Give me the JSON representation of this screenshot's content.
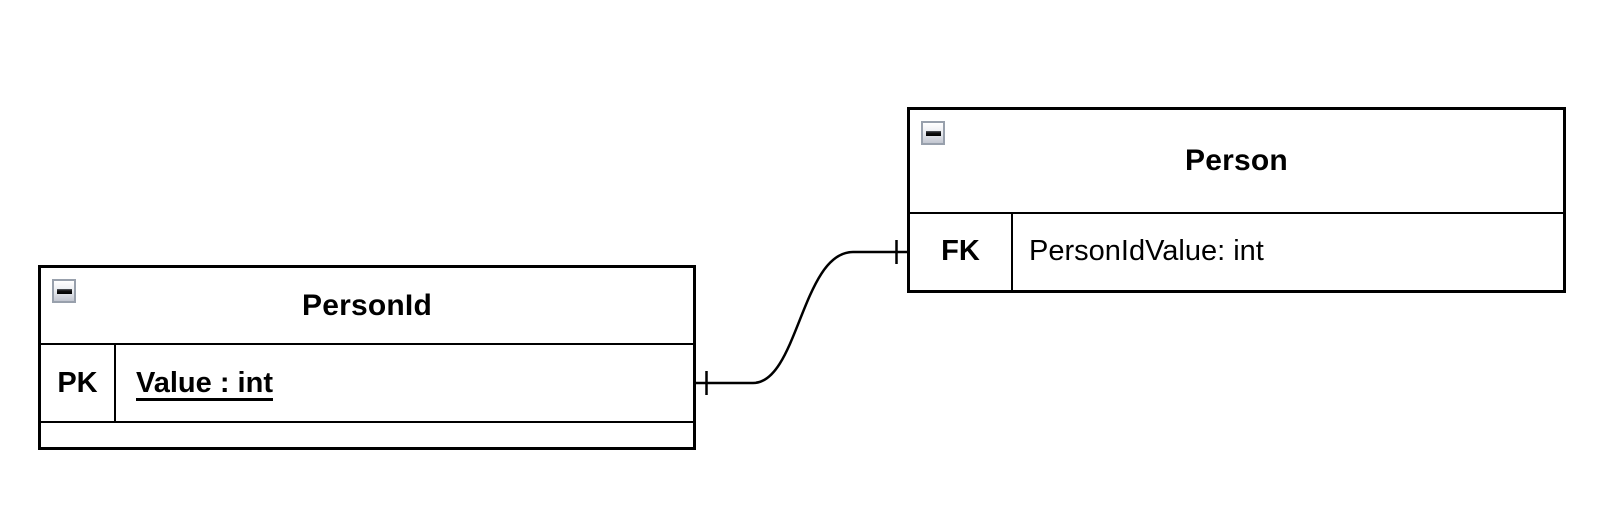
{
  "diagram": {
    "type": "entity-relationship",
    "background_color": "#ffffff",
    "line_color": "#000000",
    "entities": [
      {
        "title": "PersonId",
        "collapse_icon": "minus-icon",
        "rows": [
          {
            "key": "PK",
            "attribute": "Value : int",
            "key_type": "primary-key",
            "underlined": true,
            "bold": true
          }
        ],
        "has_empty_row": true
      },
      {
        "title": "Person",
        "collapse_icon": "minus-icon",
        "rows": [
          {
            "key": "FK",
            "attribute": "PersonIdValue: int",
            "key_type": "foreign-key",
            "underlined": false,
            "bold": false
          }
        ],
        "has_empty_row": false
      }
    ],
    "relationship": {
      "from_entity": "PersonId",
      "to_entity": "Person",
      "from_marker": "one-tick",
      "to_marker": "one-tick",
      "style": "s-curve"
    },
    "colors": {
      "entity_border": "#000000",
      "entity_background": "#ffffff",
      "collapse_button_border": "#98a0ac",
      "collapse_button_background": "#e0e3ea",
      "text": "#000000"
    }
  }
}
